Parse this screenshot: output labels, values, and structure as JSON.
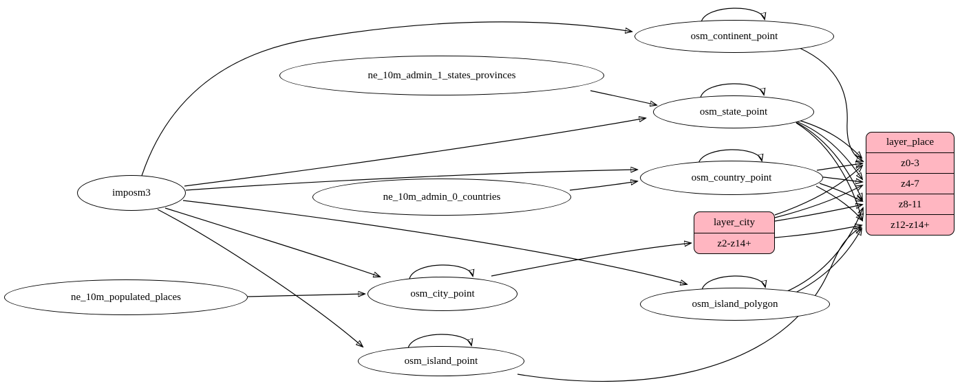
{
  "diagram": {
    "background_color": "#ffffff",
    "node_fill_color": "#ffffff",
    "record_fill_color": "#ffb6c1",
    "stroke_color": "#000000",
    "nodes": {
      "imposm3": {
        "label": "imposm3"
      },
      "ne_10m_admin_1_states_provinces": {
        "label": "ne_10m_admin_1_states_provinces"
      },
      "ne_10m_admin_0_countries": {
        "label": "ne_10m_admin_0_countries"
      },
      "ne_10m_populated_places": {
        "label": "ne_10m_populated_places"
      },
      "osm_continent_point": {
        "label": "osm_continent_point"
      },
      "osm_state_point": {
        "label": "osm_state_point"
      },
      "osm_country_point": {
        "label": "osm_country_point"
      },
      "osm_city_point": {
        "label": "osm_city_point"
      },
      "osm_island_polygon": {
        "label": "osm_island_polygon"
      },
      "osm_island_point": {
        "label": "osm_island_point"
      }
    },
    "records": {
      "layer_city": {
        "title": "layer_city",
        "rows": [
          "z2-z14+"
        ]
      },
      "layer_place": {
        "title": "layer_place",
        "rows": [
          "z0-3",
          "z4-7",
          "z8-11",
          "z12-z14+"
        ]
      }
    },
    "edges": [
      {
        "from": "imposm3",
        "to": "osm_continent_point"
      },
      {
        "from": "imposm3",
        "to": "osm_state_point"
      },
      {
        "from": "imposm3",
        "to": "osm_country_point"
      },
      {
        "from": "imposm3",
        "to": "osm_city_point"
      },
      {
        "from": "imposm3",
        "to": "osm_island_polygon"
      },
      {
        "from": "imposm3",
        "to": "osm_island_point"
      },
      {
        "from": "ne_10m_admin_1_states_provinces",
        "to": "osm_state_point"
      },
      {
        "from": "ne_10m_admin_0_countries",
        "to": "osm_country_point"
      },
      {
        "from": "ne_10m_populated_places",
        "to": "osm_city_point"
      },
      {
        "from": "osm_continent_point",
        "to": "osm_continent_point"
      },
      {
        "from": "osm_state_point",
        "to": "osm_state_point"
      },
      {
        "from": "osm_country_point",
        "to": "osm_country_point"
      },
      {
        "from": "osm_city_point",
        "to": "osm_city_point"
      },
      {
        "from": "osm_island_polygon",
        "to": "osm_island_polygon"
      },
      {
        "from": "osm_island_point",
        "to": "osm_island_point"
      },
      {
        "from": "osm_city_point",
        "to": "layer_city",
        "port": "z2-z14+"
      },
      {
        "from": "osm_continent_point",
        "to": "layer_place",
        "port": "z0-3"
      },
      {
        "from": "osm_state_point",
        "to": "layer_place",
        "port": "z0-3"
      },
      {
        "from": "osm_state_point",
        "to": "layer_place",
        "port": "z4-7"
      },
      {
        "from": "osm_state_point",
        "to": "layer_place",
        "port": "z8-11"
      },
      {
        "from": "osm_state_point",
        "to": "layer_place",
        "port": "z12-z14+"
      },
      {
        "from": "osm_country_point",
        "to": "layer_place",
        "port": "z0-3"
      },
      {
        "from": "osm_country_point",
        "to": "layer_place",
        "port": "z4-7"
      },
      {
        "from": "osm_country_point",
        "to": "layer_place",
        "port": "z8-11"
      },
      {
        "from": "osm_country_point",
        "to": "layer_place",
        "port": "z12-z14+"
      },
      {
        "from": "layer_city",
        "to": "layer_place",
        "port": "z0-3"
      },
      {
        "from": "layer_city",
        "to": "layer_place",
        "port": "z4-7"
      },
      {
        "from": "layer_city",
        "to": "layer_place",
        "port": "z8-11"
      },
      {
        "from": "layer_city",
        "to": "layer_place",
        "port": "z12-z14+"
      },
      {
        "from": "osm_island_polygon",
        "to": "layer_place",
        "port": "z8-11"
      },
      {
        "from": "osm_island_polygon",
        "to": "layer_place",
        "port": "z12-z14+"
      },
      {
        "from": "osm_island_point",
        "to": "layer_place",
        "port": "z12-z14+"
      }
    ]
  }
}
